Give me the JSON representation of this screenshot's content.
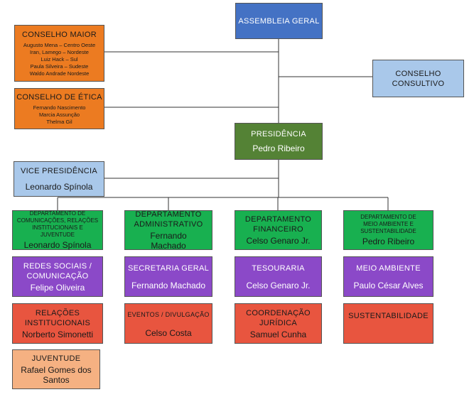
{
  "assembleia": {
    "title": "ASSEMBLEIA GERAL"
  },
  "conselho_maior": {
    "title": "CONSELHO MAIOR",
    "members": [
      "Augusto Mena – Centro Oeste",
      "Iran, Lamego – Nordeste",
      "Luiz Hack – Sul",
      "Paula Silveira – Sudeste",
      "Waldo Andrade Nordeste"
    ]
  },
  "conselho_etica": {
    "title": "CONSELHO DE ÉTICA",
    "members": [
      "Fernando Nascimento",
      "Marcia Assunção",
      "Thelma Gil"
    ]
  },
  "conselho_consultivo": {
    "title": "CONSELHO CONSULTIVO"
  },
  "presidencia": {
    "title": "PRESIDÊNCIA",
    "name": "Pedro Ribeiro"
  },
  "vice": {
    "title": "VICE PRESIDÊNCIA",
    "name": "Leonardo Spínola"
  },
  "departments": [
    {
      "title": "DEPARTAMENTO DE COMUNICAÇÕES, RELAÇÕES INSTITUCIONAIS E JUVENTUDE",
      "name": "Leonardo Spínola",
      "units": [
        {
          "title": "REDES SOCIAIS / COMUNICAÇÃO",
          "name": "Felipe Oliveira"
        },
        {
          "title": "RELAÇÕES INSTITUCIONAIS",
          "name": "Norberto Simonetti"
        },
        {
          "title": "JUVENTUDE",
          "name": "Rafael Gomes dos Santos"
        }
      ]
    },
    {
      "title": "DEPARTAMENTO ADMINISTRATIVO",
      "name": "Fernando Machado",
      "units": [
        {
          "title": "SECRETARIA GERAL",
          "name": "Fernando Machado"
        },
        {
          "title": "EVENTOS / DIVULGAÇÃO",
          "name": "Celso Costa"
        }
      ]
    },
    {
      "title": "DEPARTAMENTO FINANCEIRO",
      "name": "Celso Genaro Jr.",
      "units": [
        {
          "title": "TESOURARIA",
          "name": "Celso Genaro Jr."
        },
        {
          "title": "COORDENAÇÃO JURÍDICA",
          "name": "Samuel Cunha"
        }
      ]
    },
    {
      "title": "DEPARTAMENTO DE MEIO AMBIENTE E SUSTENTABILIDADE",
      "name": "Pedro Ribeiro",
      "units": [
        {
          "title": "MEIO AMBIENTE",
          "name": "Paulo César Alves"
        },
        {
          "title": "SUSTENTABILIDADE"
        }
      ]
    }
  ]
}
